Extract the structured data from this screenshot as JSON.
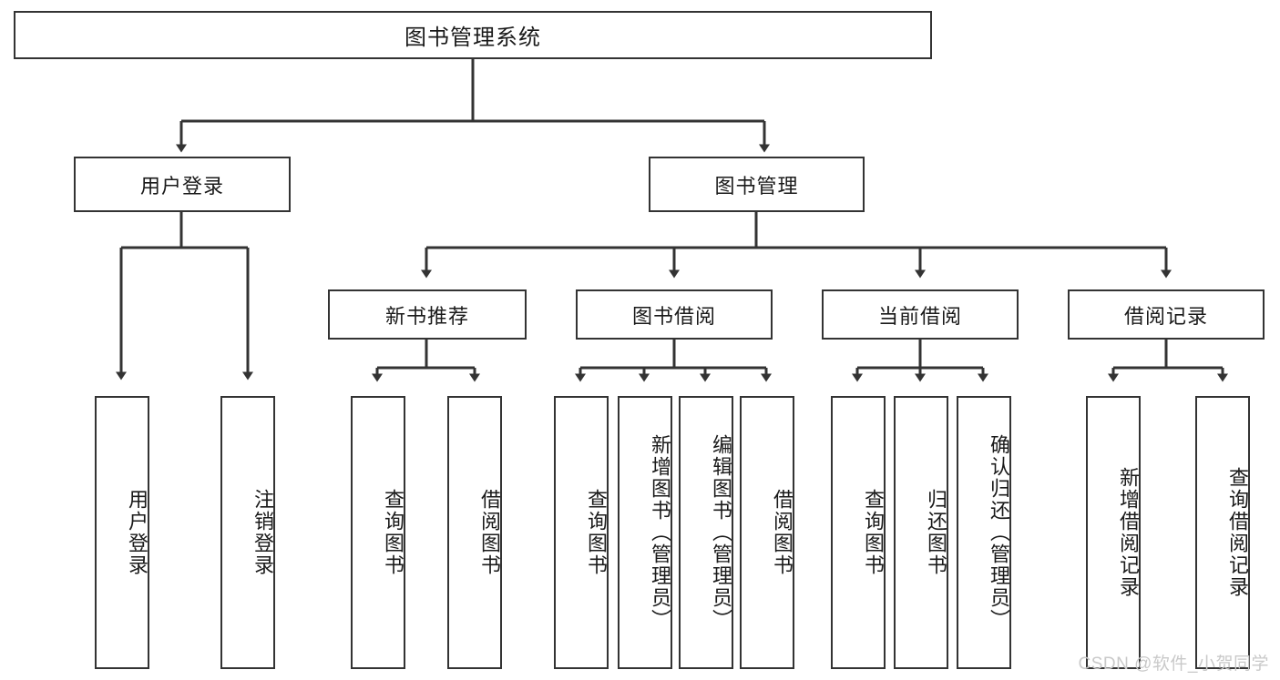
{
  "diagram": {
    "title": "图书管理系统",
    "watermark": "CSDN @软件_小贺同学",
    "stroke_color": "#333333",
    "background_color": "#ffffff",
    "nodes": {
      "root": {
        "label": "图书管理系统"
      },
      "level1": [
        {
          "id": "user-login",
          "label": "用户登录"
        },
        {
          "id": "book-management",
          "label": "图书管理"
        }
      ],
      "level2": [
        {
          "id": "new-book-recommend",
          "label": "新书推荐"
        },
        {
          "id": "book-borrow",
          "label": "图书借阅"
        },
        {
          "id": "current-borrow",
          "label": "当前借阅"
        },
        {
          "id": "borrow-record",
          "label": "借阅记录"
        }
      ],
      "leaves": {
        "user_login": [
          {
            "id": "leaf-user-login",
            "label": "用户登录"
          },
          {
            "id": "leaf-logout-login",
            "label": "注销登录"
          }
        ],
        "new_book_recommend": [
          {
            "id": "leaf-query-book-1",
            "label": "查询图书"
          },
          {
            "id": "leaf-borrow-book-1",
            "label": "借阅图书"
          }
        ],
        "book_borrow": [
          {
            "id": "leaf-query-book-2",
            "label": "查询图书"
          },
          {
            "id": "leaf-add-book",
            "label": "新增图书（管理员）"
          },
          {
            "id": "leaf-edit-book",
            "label": "编辑图书（管理员）"
          },
          {
            "id": "leaf-borrow-book-2",
            "label": "借阅图书"
          }
        ],
        "current_borrow": [
          {
            "id": "leaf-query-book-3",
            "label": "查询图书"
          },
          {
            "id": "leaf-return-book",
            "label": "归还图书"
          },
          {
            "id": "leaf-confirm-return",
            "label": "确认归还（管理员）"
          }
        ],
        "borrow_record": [
          {
            "id": "leaf-add-record",
            "label": "新增借阅记录"
          },
          {
            "id": "leaf-query-record",
            "label": "查询借阅记录"
          }
        ]
      }
    }
  }
}
